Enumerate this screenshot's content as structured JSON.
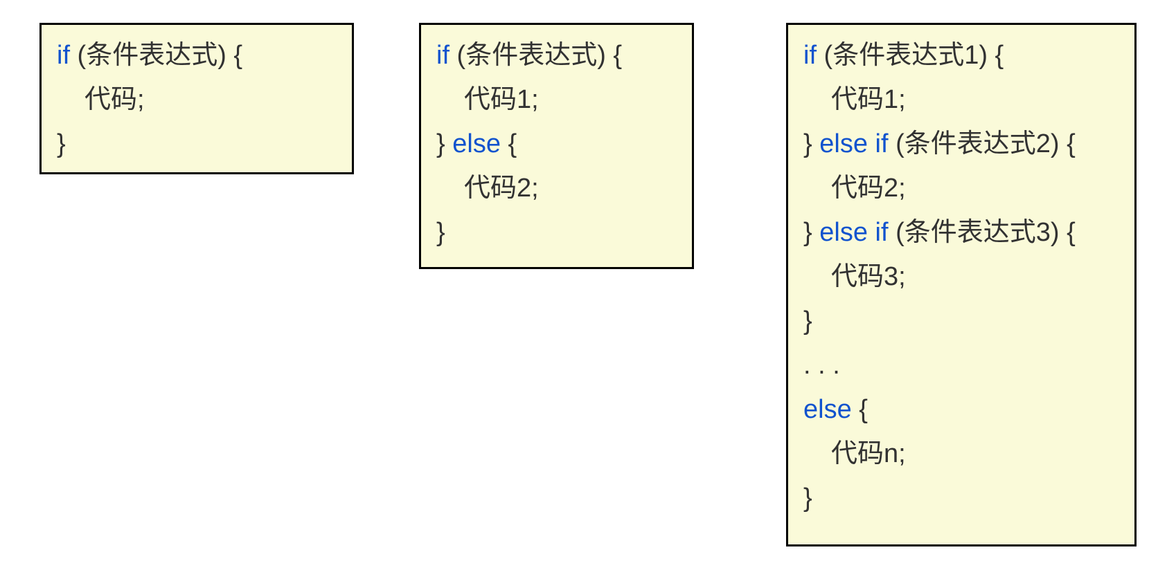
{
  "page": {
    "background_color": "#ffffff",
    "description": "Three code-syntax boxes: if, if-else, if-else-if-else"
  },
  "styles": {
    "box_background": "#fafad9",
    "box_border_color": "#000000",
    "keyword_color": "#1153ce",
    "text_color": "#323232"
  },
  "boxes": [
    {
      "id": "if-statement",
      "lines": [
        {
          "indent": 0,
          "segments": [
            {
              "type": "kw",
              "text": "if"
            },
            {
              "type": "plain",
              "text": " (条件表达式) {"
            }
          ]
        },
        {
          "indent": 1,
          "segments": [
            {
              "type": "plain",
              "text": "代码;"
            }
          ]
        },
        {
          "indent": 0,
          "segments": [
            {
              "type": "plain",
              "text": "}"
            }
          ]
        }
      ]
    },
    {
      "id": "if-else-statement",
      "lines": [
        {
          "indent": 0,
          "segments": [
            {
              "type": "kw",
              "text": "if"
            },
            {
              "type": "plain",
              "text": " (条件表达式) {"
            }
          ]
        },
        {
          "indent": 1,
          "segments": [
            {
              "type": "plain",
              "text": "代码1;"
            }
          ]
        },
        {
          "indent": 0,
          "segments": [
            {
              "type": "plain",
              "text": "} "
            },
            {
              "type": "kw",
              "text": "else"
            },
            {
              "type": "plain",
              "text": " {"
            }
          ]
        },
        {
          "indent": 1,
          "segments": [
            {
              "type": "plain",
              "text": "代码2;"
            }
          ]
        },
        {
          "indent": 0,
          "segments": [
            {
              "type": "plain",
              "text": "}"
            }
          ]
        }
      ]
    },
    {
      "id": "if-else-if-else-statement",
      "lines": [
        {
          "indent": 0,
          "segments": [
            {
              "type": "kw",
              "text": "if"
            },
            {
              "type": "plain",
              "text": " (条件表达式1) {"
            }
          ]
        },
        {
          "indent": 1,
          "segments": [
            {
              "type": "plain",
              "text": "代码1;"
            }
          ]
        },
        {
          "indent": 0,
          "segments": [
            {
              "type": "plain",
              "text": "} "
            },
            {
              "type": "kw",
              "text": "else if"
            },
            {
              "type": "plain",
              "text": " (条件表达式2) {"
            }
          ]
        },
        {
          "indent": 1,
          "segments": [
            {
              "type": "plain",
              "text": "代码2;"
            }
          ]
        },
        {
          "indent": 0,
          "segments": [
            {
              "type": "plain",
              "text": "} "
            },
            {
              "type": "kw",
              "text": "else if"
            },
            {
              "type": "plain",
              "text": " (条件表达式3) {"
            }
          ]
        },
        {
          "indent": 1,
          "segments": [
            {
              "type": "plain",
              "text": "代码3;"
            }
          ]
        },
        {
          "indent": 0,
          "segments": [
            {
              "type": "plain",
              "text": "}"
            }
          ]
        },
        {
          "indent": 0,
          "segments": [
            {
              "type": "plain",
              "text": ". . ."
            }
          ]
        },
        {
          "indent": 0,
          "segments": [
            {
              "type": "kw",
              "text": "else"
            },
            {
              "type": "plain",
              "text": " {"
            }
          ]
        },
        {
          "indent": 1,
          "segments": [
            {
              "type": "plain",
              "text": "代码n;"
            }
          ]
        },
        {
          "indent": 0,
          "segments": [
            {
              "type": "plain",
              "text": "}"
            }
          ]
        }
      ]
    }
  ]
}
